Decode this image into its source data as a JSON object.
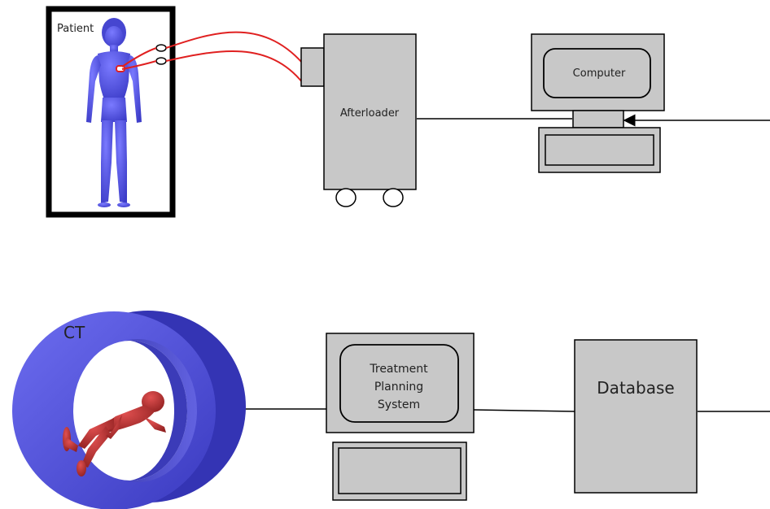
{
  "labels": {
    "patient": "Patient",
    "afterloader": "Afterloader",
    "computer": "Computer",
    "ct": "CT",
    "tps_line1": "Treatment",
    "tps_line2": "Planning",
    "tps_line3": "System",
    "database": "Database"
  },
  "colors": {
    "device_fill": "#c8c8c8",
    "stroke": "#000000",
    "cable": "#e02020",
    "figure_blue": "#5a5ae6",
    "ct_blue": "#4b4bd6",
    "figure_red": "#c83232"
  }
}
